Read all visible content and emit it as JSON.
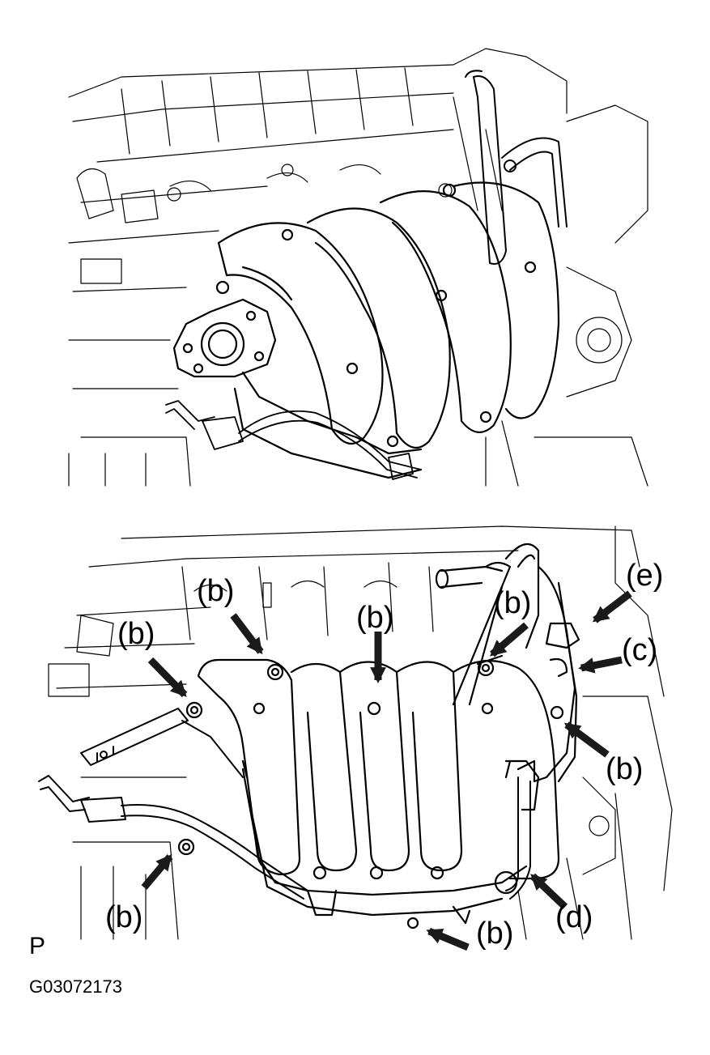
{
  "labels": {
    "b": "(b)",
    "c": "(c)",
    "d": "(d)",
    "e": "(e)"
  },
  "footer": {
    "view_code": "P",
    "figure_number": "G03072173"
  },
  "colors": {
    "ink": "#000000",
    "paper": "#ffffff",
    "arrow": "#1a1a1a"
  }
}
